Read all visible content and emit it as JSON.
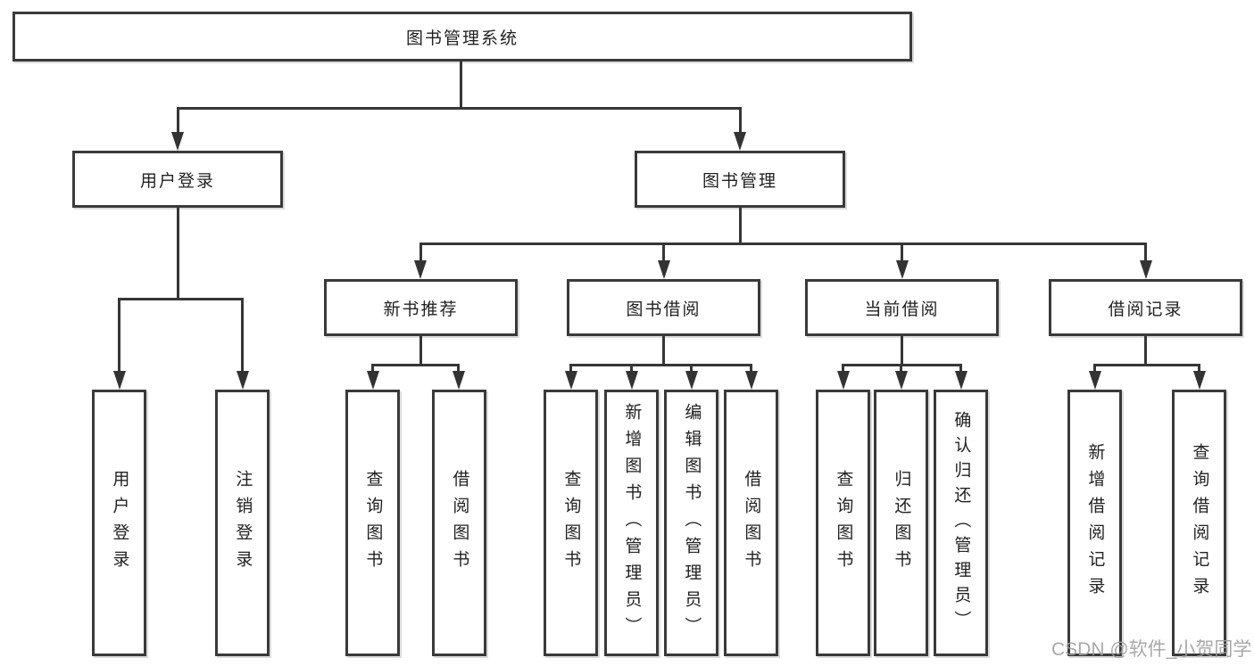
{
  "diagram": {
    "type": "tree",
    "tree": {
      "root": {
        "label": "图书管理系统"
      },
      "branches": [
        {
          "label": "用户登录",
          "children": [
            {
              "label": "用户登录"
            },
            {
              "label": "注销登录"
            }
          ]
        },
        {
          "label": "图书管理",
          "children": [
            {
              "label": "新书推荐",
              "children": [
                {
                  "label": "查询图书"
                },
                {
                  "label": "借阅图书"
                }
              ]
            },
            {
              "label": "图书借阅",
              "children": [
                {
                  "label": "查询图书"
                },
                {
                  "label": "新增图书（管理员）"
                },
                {
                  "label": "编辑图书（管理员）"
                },
                {
                  "label": "借阅图书"
                }
              ]
            },
            {
              "label": "当前借阅",
              "children": [
                {
                  "label": "查询图书"
                },
                {
                  "label": "归还图书"
                },
                {
                  "label": "确认归还（管理员）"
                }
              ]
            },
            {
              "label": "借阅记录",
              "children": [
                {
                  "label": "新增借阅记录"
                },
                {
                  "label": "查询借阅记录"
                }
              ]
            }
          ]
        }
      ]
    },
    "colors": {
      "line": "#363636",
      "box_border": "#3a3a3a",
      "text": "#222222",
      "background": "#ffffff",
      "watermark": "#9e9e9e"
    }
  },
  "watermark": {
    "text": "CSDN @软件_小贺同学"
  }
}
